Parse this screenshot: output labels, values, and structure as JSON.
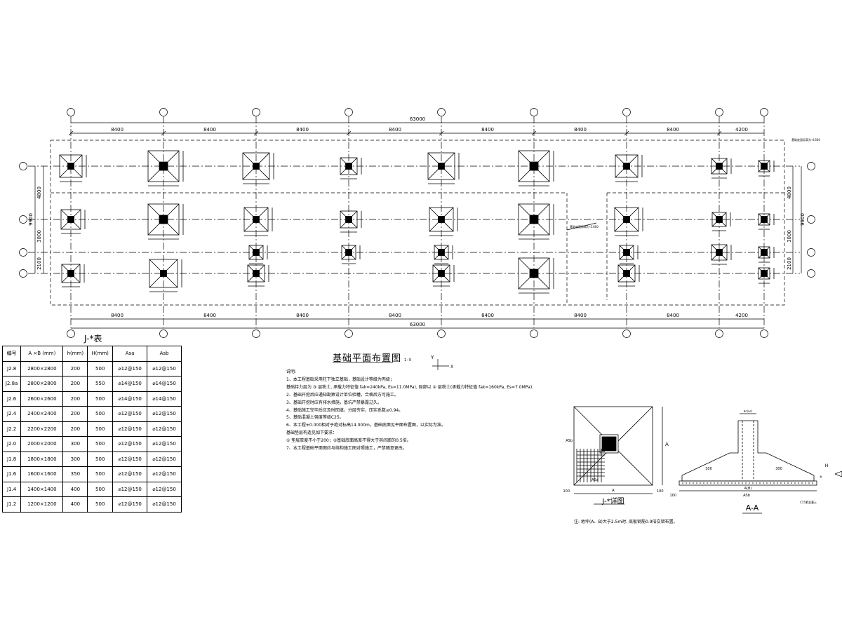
{
  "plan": {
    "overall_dim": "63000",
    "bay_dims": [
      "8400",
      "8400",
      "8400",
      "8400",
      "8400",
      "8400",
      "8400",
      "4200"
    ],
    "right_dims": [
      "4800",
      "3000",
      "2100"
    ],
    "right_total": "9900",
    "left_dims": [
      "4800",
      "3000",
      "2100"
    ],
    "left_total": "9900",
    "note_top_right": "基础底面标高为-4.600",
    "note_mid": "基础底面标高为-5.600"
  },
  "table": {
    "title": "J-*表",
    "headers": [
      "编号",
      "A ×B (mm)",
      "h(mm)",
      "H(mm)",
      "Asa",
      "Asb"
    ],
    "rows": [
      [
        "J2.8",
        "2800×2800",
        "200",
        "500",
        "⌀12@150",
        "⌀12@150"
      ],
      [
        "J2.8a",
        "2800×2800",
        "200",
        "550",
        "⌀14@150",
        "⌀14@150"
      ],
      [
        "J2.6",
        "2600×2600",
        "200",
        "500",
        "⌀14@150",
        "⌀14@150"
      ],
      [
        "J2.4",
        "2400×2400",
        "200",
        "500",
        "⌀12@150",
        "⌀12@150"
      ],
      [
        "J2.2",
        "2200×2200",
        "200",
        "500",
        "⌀12@150",
        "⌀12@150"
      ],
      [
        "J2.0",
        "2000×2000",
        "300",
        "500",
        "⌀12@150",
        "⌀12@150"
      ],
      [
        "J1.8",
        "1800×1800",
        "300",
        "500",
        "⌀12@150",
        "⌀12@150"
      ],
      [
        "J1.6",
        "1600×1600",
        "350",
        "500",
        "⌀12@150",
        "⌀12@150"
      ],
      [
        "J1.4",
        "1400×1400",
        "400",
        "500",
        "⌀12@150",
        "⌀12@150"
      ],
      [
        "J1.2",
        "1200×1200",
        "400",
        "500",
        "⌀12@150",
        "⌀12@150"
      ]
    ]
  },
  "drawing_title": "基础平面布置图",
  "drawing_scale": "1:0",
  "axis_y": "Y",
  "axis_x": "X",
  "notes": {
    "heading": "说明:",
    "lines": [
      "1、本工程基础采用柱下独立基础，基础设计等级为丙级；",
      "   基础持力层为 ③  层粉土, 承载力特征值 fak=240kPa, Es=11.0MPa), 局部以 ② 层粉土(承载力特征值 fak=160kPa, Es=7.0MPa).",
      "2、基础开挖后应通知勘察设计单位验槽，合格后方可施工。",
      "3、基础开挖时应有排水措施，基坑严禁暴露过久。",
      "4、基础施工完毕后应及时回填，分层夯实，压实系数≥0.94。",
      "5、基础混凝土强度等级C25。",
      "6、本工程±0.000相对于绝对标高14.000m，基础底面见平面布置图，以实际为准。",
      "   基础垫层构造见如下要求：",
      "   ① 垫层厚度不小于200；②基础底面高差不得大于其间距的0.5倍。",
      "7、本工程基础平面图应与结构施工图对照施工，严禁随意更改。"
    ]
  },
  "detail": {
    "plan_title": "J-*详图",
    "section_title": "A-A",
    "note": "注: 地坪(A、B)大于2.5m时, 底板钢筋0.9倍交错布置。",
    "label_a": "A",
    "label_b": "B",
    "label_asb": "ASb",
    "label_asa": "ASa",
    "dim_100": "100",
    "dim_300": "300",
    "label_h": "H",
    "label_hh": "h",
    "label_bcbc": "bc(ac)",
    "label_c15": "C15素混凝土",
    "label_ab": "A(B)"
  }
}
